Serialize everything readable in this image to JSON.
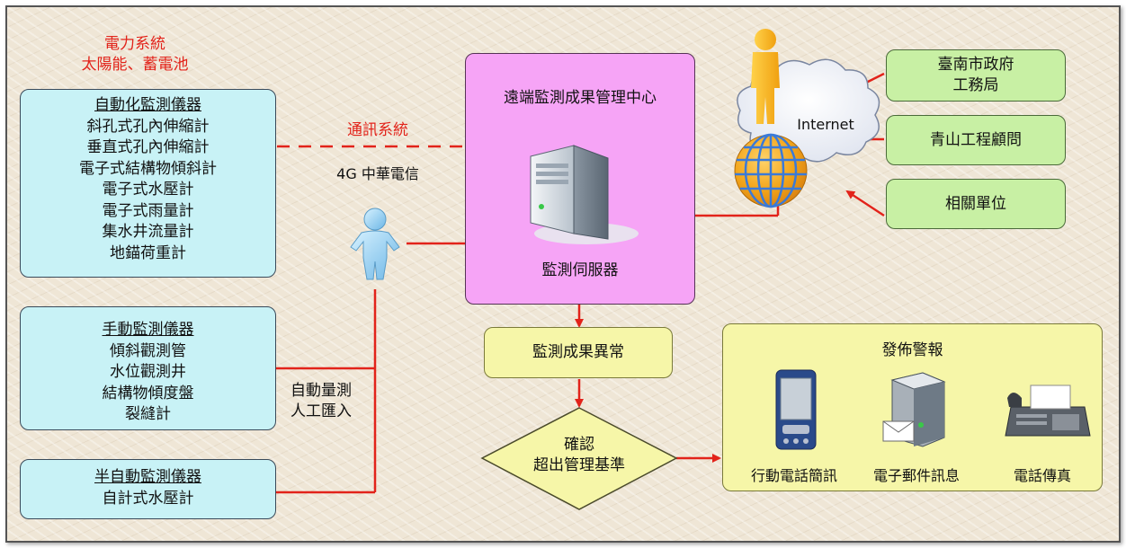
{
  "power": {
    "line1": "電力系統",
    "line2": "太陽能、蓄電池"
  },
  "auto_instruments": {
    "title": "自動化監測儀器",
    "items": [
      "斜孔式孔內伸縮計",
      "垂直式孔內伸縮計",
      "電子式結構物傾斜計",
      "電子式水壓計",
      "電子式雨量計",
      "集水井流量計",
      "地錨荷重計"
    ]
  },
  "manual_instruments": {
    "title": "手動監測儀器",
    "items": [
      "傾斜觀測管",
      "水位觀測井",
      "結構物傾度盤",
      "裂縫計"
    ]
  },
  "semi_auto_instruments": {
    "title": "半自動監測儀器",
    "items": [
      "自計式水壓計"
    ]
  },
  "comm": {
    "label": "通訊系統",
    "carrier": "4G 中華電信"
  },
  "entry": {
    "line1": "自動量測",
    "line2": "人工匯入"
  },
  "center": {
    "title": "遠端監測成果管理中心",
    "server": "監測伺服器"
  },
  "internet": {
    "label": "Internet"
  },
  "parties": [
    "臺南市政府\n工務局",
    "青山工程顧問",
    "相關單位"
  ],
  "abnormal": {
    "label": "監測成果異常"
  },
  "decision": {
    "line1": "確認",
    "line2": "超出管理基準"
  },
  "alert": {
    "title": "發佈警報",
    "channels": [
      "行動電話簡訊",
      "電子郵件訊息",
      "電話傳真"
    ]
  },
  "colors": {
    "arrow": "#e2231a",
    "cyan": "#c8f2f6",
    "green": "#c8f0a4",
    "yellow": "#f6f6a8",
    "pink": "#f6a4f6"
  },
  "icons": [
    "person-icon",
    "child-person-icon",
    "server-tower-icon",
    "internet-cloud-icon",
    "globe-icon",
    "pda-icon",
    "mail-server-icon",
    "fax-icon"
  ]
}
